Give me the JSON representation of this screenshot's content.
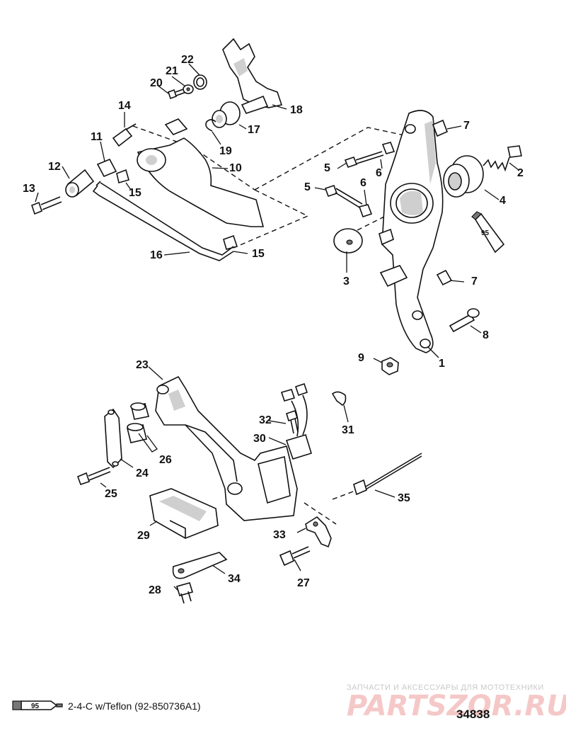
{
  "callouts": [
    {
      "id": "c1",
      "text": "1"
    },
    {
      "id": "c2",
      "text": "2"
    },
    {
      "id": "c3",
      "text": "3"
    },
    {
      "id": "c4",
      "text": "4"
    },
    {
      "id": "c5a",
      "text": "5"
    },
    {
      "id": "c5b",
      "text": "5"
    },
    {
      "id": "c6a",
      "text": "6"
    },
    {
      "id": "c6b",
      "text": "6"
    },
    {
      "id": "c7a",
      "text": "7"
    },
    {
      "id": "c7b",
      "text": "7"
    },
    {
      "id": "c8",
      "text": "8"
    },
    {
      "id": "c9",
      "text": "9"
    },
    {
      "id": "c10",
      "text": "10"
    },
    {
      "id": "c11",
      "text": "11"
    },
    {
      "id": "c12",
      "text": "12"
    },
    {
      "id": "c13",
      "text": "13"
    },
    {
      "id": "c14",
      "text": "14"
    },
    {
      "id": "c15a",
      "text": "15"
    },
    {
      "id": "c15b",
      "text": "15"
    },
    {
      "id": "c16",
      "text": "16"
    },
    {
      "id": "c17",
      "text": "17"
    },
    {
      "id": "c18",
      "text": "18"
    },
    {
      "id": "c19",
      "text": "19"
    },
    {
      "id": "c20",
      "text": "20"
    },
    {
      "id": "c21",
      "text": "21"
    },
    {
      "id": "c22",
      "text": "22"
    },
    {
      "id": "c23",
      "text": "23"
    },
    {
      "id": "c24",
      "text": "24"
    },
    {
      "id": "c25",
      "text": "25"
    },
    {
      "id": "c26",
      "text": "26"
    },
    {
      "id": "c27",
      "text": "27"
    },
    {
      "id": "c28",
      "text": "28"
    },
    {
      "id": "c29",
      "text": "29"
    },
    {
      "id": "c30",
      "text": "30"
    },
    {
      "id": "c31",
      "text": "31"
    },
    {
      "id": "c32",
      "text": "32"
    },
    {
      "id": "c33",
      "text": "33"
    },
    {
      "id": "c34",
      "text": "34"
    },
    {
      "id": "c35",
      "text": "35"
    }
  ],
  "tube_label": "95",
  "legend": {
    "tube_label": "95",
    "text": "2-4-C w/Teflon (92-850736A1)"
  },
  "figure_number": "34838",
  "watermark": {
    "tagline": "ЗАПЧАСТИ И АКСЕССУАРЫ ДЛЯ МОТОТЕХНИКИ",
    "brand": "PARTSZOR.RU"
  }
}
